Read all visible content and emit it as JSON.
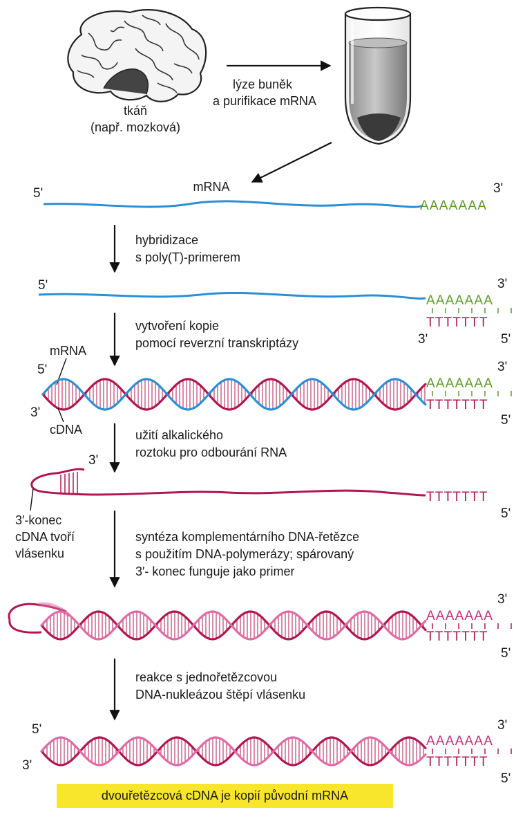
{
  "labels": {
    "tissue_line1": "tkáň",
    "tissue_line2": "(např. mozková)",
    "lysis_line1": "lýze buněk",
    "lysis_line2": "a purifikace mRNA",
    "mrna": "mRNA",
    "cdna": "cDNA",
    "hairpin_line1": "3′-konec",
    "hairpin_line2": "cDNA tvoří",
    "hairpin_line3": "vlásenku"
  },
  "ends": {
    "five": "5'",
    "three": "3'"
  },
  "sequences": {
    "polyA": "AAAAAAA",
    "polyT": "TTTTTTT"
  },
  "steps": [
    {
      "line1": "hybridizace",
      "line2": "s poly(T)-primerem"
    },
    {
      "line1": "vytvoření kopie",
      "line2": "pomocí reverzní transkriptázy"
    },
    {
      "line1": "užití alkalického",
      "line2": "roztoku pro odbourání RNA"
    },
    {
      "line1": "syntéza komplementárního DNA-řetězce",
      "line2": "s použitím DNA-polymerázy; spárovaný",
      "line3": "3′- konec funguje jako primer"
    },
    {
      "line1": "reakce s jednořetězcovou",
      "line2": "DNA-nukleázou štěpí vlásenku"
    }
  ],
  "result": "dvouřetězcová cDNA je kopií původní mRNA",
  "colors": {
    "mrna_blue": "#2a8fd6",
    "cdna_crimson": "#b0174f",
    "second_strand_pink": "#e06aa6",
    "polyA_green": "#5b9a2a",
    "result_yellow": "#f7e62b"
  }
}
